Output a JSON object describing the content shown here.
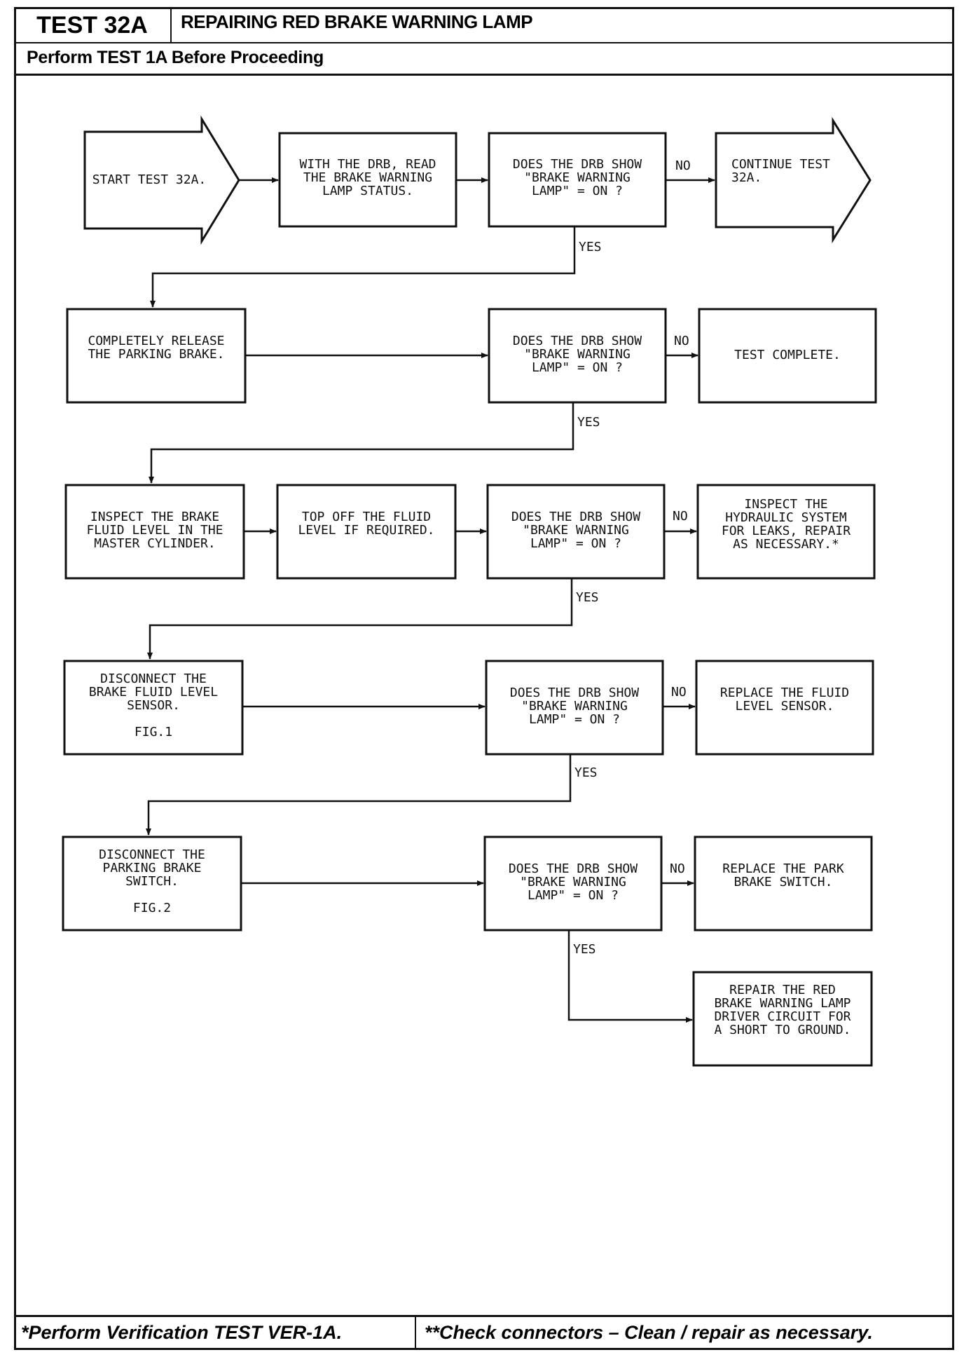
{
  "header": {
    "test_id": "TEST 32A",
    "title": "REPAIRING RED BRAKE WARNING LAMP",
    "prerequisite": "Perform TEST 1A Before Proceeding"
  },
  "footer": {
    "left_note": "*Perform Verification TEST VER-1A.",
    "right_note": "**Check connectors – Clean / repair as necessary."
  },
  "flow": {
    "start": [
      "START TEST 32A."
    ],
    "step1": [
      "WITH THE DRB, READ",
      "THE BRAKE WARNING",
      "LAMP STATUS."
    ],
    "q1": [
      "DOES THE DRB SHOW",
      "\"BRAKE WARNING",
      "LAMP\" = ON ?"
    ],
    "continue": [
      "CONTINUE TEST",
      "32A."
    ],
    "step2": [
      "COMPLETELY RELEASE",
      "THE PARKING BRAKE."
    ],
    "q2": [
      "DOES THE DRB SHOW",
      "\"BRAKE WARNING",
      "LAMP\" = ON ?"
    ],
    "result2": [
      "TEST COMPLETE."
    ],
    "step3a": [
      "INSPECT THE BRAKE",
      "FLUID LEVEL IN THE",
      "MASTER CYLINDER."
    ],
    "step3b": [
      "TOP OFF THE FLUID",
      "LEVEL IF REQUIRED."
    ],
    "q3": [
      "DOES THE DRB SHOW",
      "\"BRAKE WARNING",
      "LAMP\" = ON ?"
    ],
    "result3": [
      "INSPECT THE",
      "HYDRAULIC SYSTEM",
      "FOR LEAKS, REPAIR",
      "AS NECESSARY.*"
    ],
    "step4": [
      "DISCONNECT THE",
      "BRAKE FLUID LEVEL",
      "SENSOR."
    ],
    "step4_fig": "FIG.1",
    "q4": [
      "DOES THE DRB SHOW",
      "\"BRAKE WARNING",
      "LAMP\" = ON ?"
    ],
    "result4": [
      "REPLACE THE FLUID",
      "LEVEL SENSOR."
    ],
    "step5": [
      "DISCONNECT THE",
      "PARKING BRAKE",
      "SWITCH."
    ],
    "step5_fig": "FIG.2",
    "q5": [
      "DOES THE DRB SHOW",
      "\"BRAKE WARNING",
      "LAMP\" = ON ?"
    ],
    "result5": [
      "REPLACE THE PARK",
      "BRAKE SWITCH."
    ],
    "result6": [
      "REPAIR THE RED",
      "BRAKE WARNING LAMP",
      "DRIVER CIRCUIT FOR",
      "A SHORT TO GROUND."
    ],
    "yes_label": "YES",
    "no_label": "NO"
  }
}
